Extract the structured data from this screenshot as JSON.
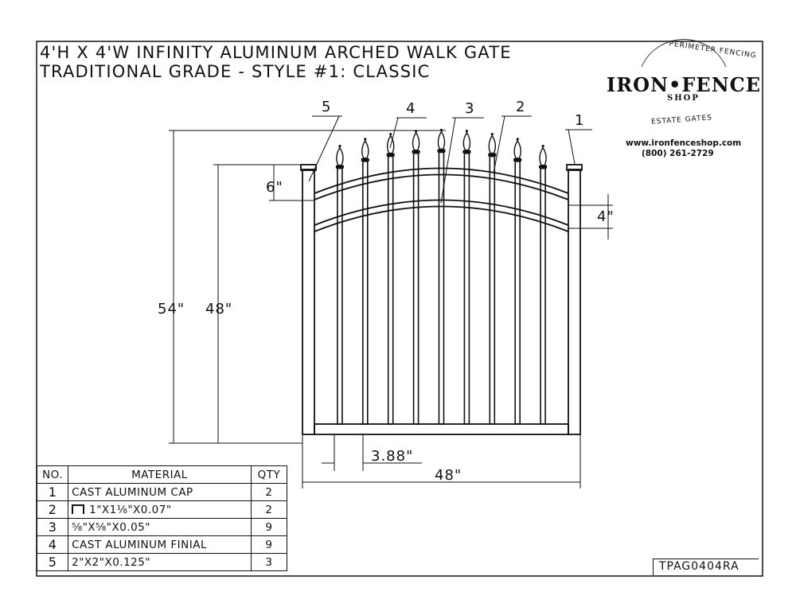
{
  "title": {
    "line1": "4'H X 4'W INFINITY ALUMINUM ARCHED WALK GATE",
    "line2": "TRADITIONAL GRADE - STYLE #1: CLASSIC"
  },
  "logo": {
    "arc_top": "PERIMETER FENCING",
    "brand": "IRON•FENCE",
    "sub": "SHOP",
    "arc_bottom": "ESTATE GATES",
    "website": "www.ironfenceshop.com",
    "phone": "(800) 261-2729"
  },
  "dimensions": {
    "total_height": "54\"",
    "gate_height": "48\"",
    "top_rail_offset": "6\"",
    "rail_spacing": "4\"",
    "picket_spacing": "3.88\"",
    "gate_width": "48\""
  },
  "callouts": [
    "1",
    "2",
    "3",
    "4",
    "5"
  ],
  "bom": {
    "headers": {
      "no": "NO.",
      "material": "MATERIAL",
      "qty": "QTY"
    },
    "rows": [
      {
        "no": "1",
        "material": "CAST ALUMINUM CAP",
        "qty": "2",
        "icon": ""
      },
      {
        "no": "2",
        "material": "1\"X1⅛\"X0.07\"",
        "qty": "2",
        "icon": "channel-icon"
      },
      {
        "no": "3",
        "material": "⅝\"X⅝\"X0.05\"",
        "qty": "9",
        "icon": ""
      },
      {
        "no": "4",
        "material": "CAST ALUMINUM FINIAL",
        "qty": "9",
        "icon": ""
      },
      {
        "no": "5",
        "material": "2\"X2\"X0.125\"",
        "qty": "3",
        "icon": ""
      }
    ]
  },
  "drawing_number": "TPAG0404RA"
}
